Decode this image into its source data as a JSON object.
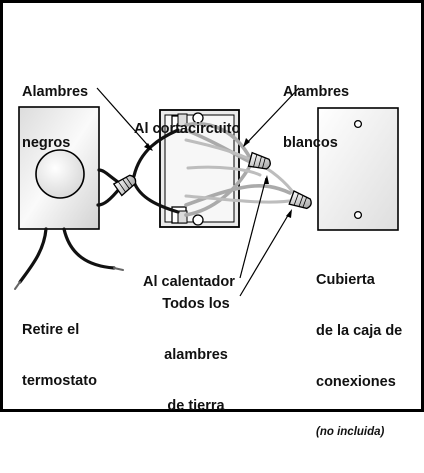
{
  "labels": {
    "black_wires": [
      "Alambres",
      "negros"
    ],
    "to_breaker": "Al cortacircuito",
    "white_wires": [
      "Alambres",
      "blancos"
    ],
    "to_heater": "Al calentador",
    "ground_wires": [
      "Todos los",
      "alambres",
      "de tierra"
    ],
    "remove_thermostat": [
      "Retire el",
      "termostato"
    ],
    "box_cover": [
      "Cubierta",
      "de la caja de",
      "conexiones"
    ],
    "box_cover_note": "(no incluida)"
  },
  "colors": {
    "frame": "#000000",
    "black_wire": "#111111",
    "white_wire": "#a8a8a8",
    "wire_nut": "#d0d0d0",
    "box_metal": "#e6e6e6",
    "thermostat_face": "#f0f0f0",
    "cover_plate": "#f5f5f5"
  },
  "icons": {
    "thermostat": "thermostat-icon",
    "junction_box": "junction-box-icon",
    "cover_plate": "cover-plate-icon",
    "wire_nut": "wire-nut-icon"
  }
}
